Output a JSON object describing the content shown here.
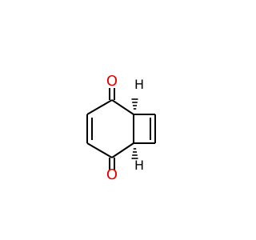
{
  "atoms": {
    "o_top": "O",
    "o_bottom": "O",
    "h_top": "H",
    "h_bottom": "H"
  },
  "colors": {
    "bond": "#000000",
    "oxygen": "#e60000",
    "background": "#ffffff"
  }
}
